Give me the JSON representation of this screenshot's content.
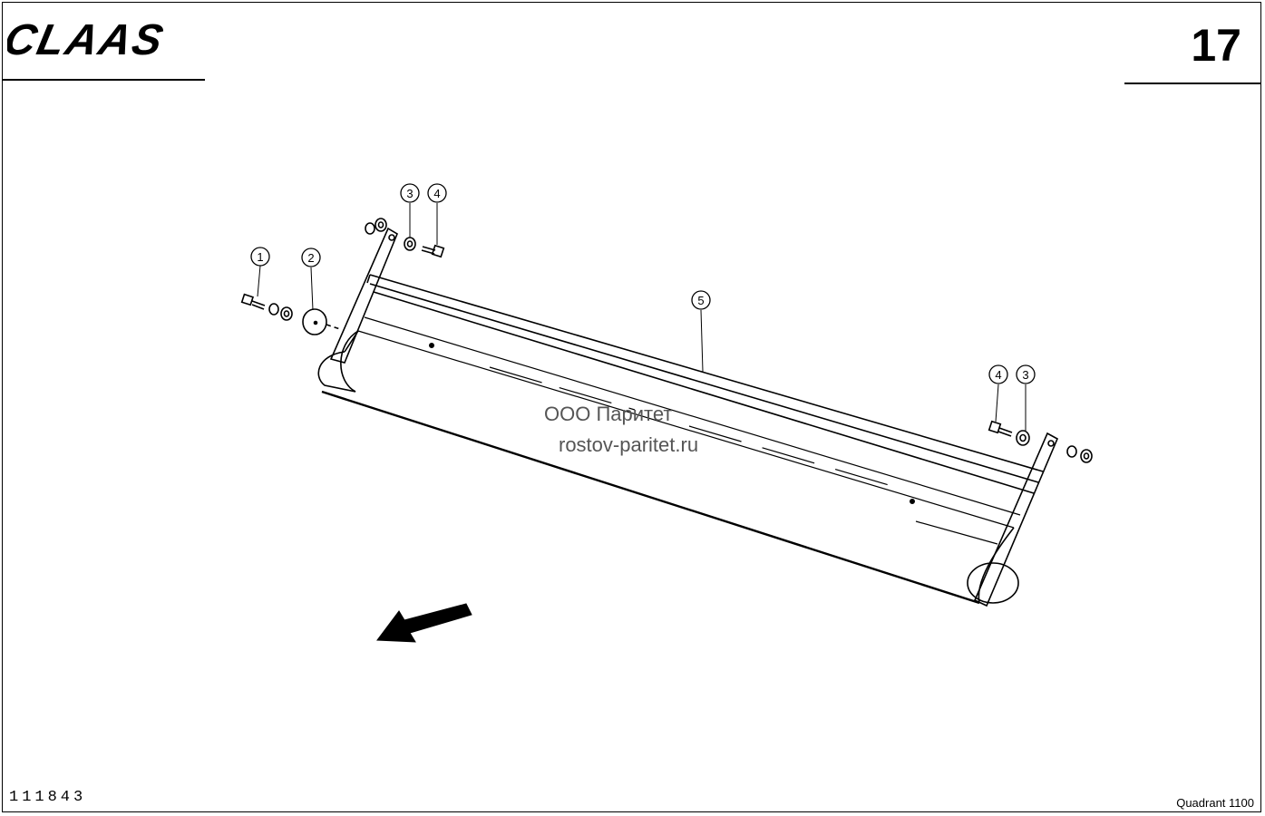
{
  "header": {
    "brand": "CLAAS",
    "page_number": "17"
  },
  "callouts": [
    {
      "label": "1"
    },
    {
      "label": "2"
    },
    {
      "label": "3"
    },
    {
      "label": "4"
    },
    {
      "label": "5"
    },
    {
      "label": "4"
    },
    {
      "label": "3"
    }
  ],
  "watermark": {
    "line1": "ООО Паритет",
    "line2": "rostov-paritet.ru"
  },
  "footer": {
    "drawing_number": "111843",
    "model": "Quadrant 1100"
  },
  "colors": {
    "ink": "#000000",
    "paper": "#ffffff",
    "watermark": "#555555"
  }
}
